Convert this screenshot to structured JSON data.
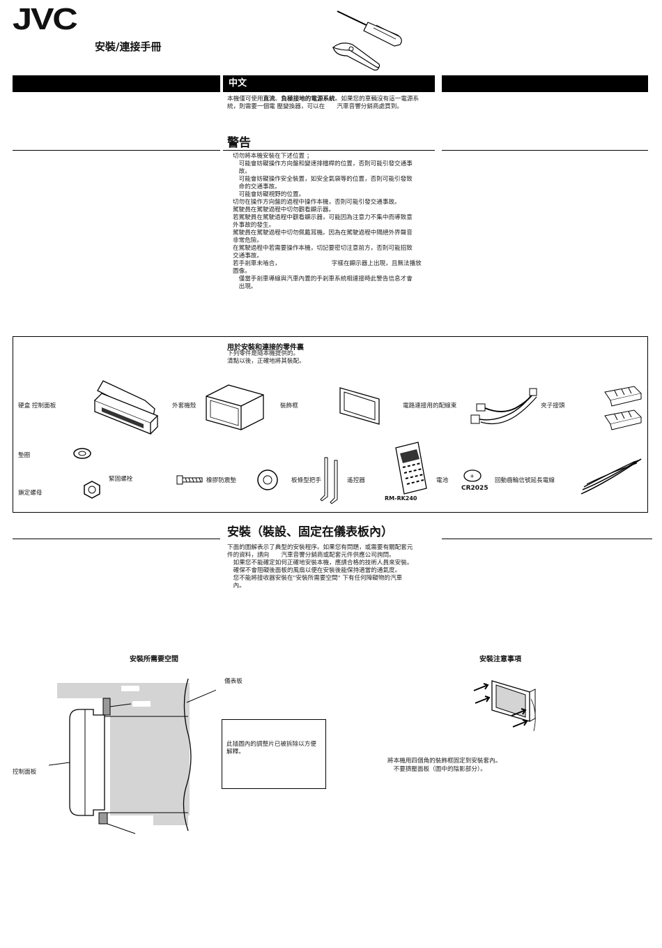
{
  "header": {
    "logo": "JVC",
    "title": "安裝/連接手冊"
  },
  "language_bar": {
    "label": "中文"
  },
  "intro": {
    "text_a": "本機僅可使用",
    "bold_a": "直流",
    "text_b": "、",
    "bold_b": "負極接地的電源系統",
    "text_c": "。如果您的車輛沒有這一電源系統，則需要一個電 壓變換器，可以在　　汽車音響分銷商處買到。"
  },
  "warning": {
    "heading": "警告",
    "lines": [
      "切勿將本機安裝在下述位置 ；",
      "　可能會妨礙操作方向盤和變速排檔桿的位置，否則可能引發交通事",
      "　故。",
      "　可能會妨礙操作安全裝置，如安全氣袋等的位置，否則可能引發致",
      "　命的交通事故。",
      "　可能會妨礙視野的位置。",
      "切勿在操作方向盤的過程中操作本機，否則可能引發交通事故。",
      "駕駛員在駕駛過程中切勿觀看顯示器。",
      "若駕駛員在駕駛過程中觀看顯示器，可能因為注意力不集中而導致意",
      "外事故的發生。",
      "駕駛員在駕駛過程中切勿佩戴耳機。因為在駕駛過程中隔絕外界聲音",
      "非常危險。",
      "在駕駛過程中若需要操作本機，切記要密切注意前方，否則可能招致",
      "交通事故。",
      "若手剎車未嚙合，　　　　　　　　　字樣在顯示器上出現，且無法播放",
      "圖像。",
      "　僅當手剎車導線與汽車內置的手剎車系統相連接時此警告信息才會",
      "　出現。"
    ]
  },
  "parts": {
    "heading": "用於安裝和連接的零件裏",
    "sub1": "下列零件是隨本機提供的。",
    "sub2": "清點以後，正確地將其裝配。",
    "items": {
      "hard_case": "硬盒 控制面板",
      "sleeve": "外套機殼",
      "trim_frame": "裝飾框",
      "wiring_harness": "電路連接用的配線束",
      "clip": "夾子接頭",
      "washer": "墊圈",
      "bolt": "緊固螺栓",
      "rubber_cushion": "橡膠防震墊",
      "handles": "板條型把手",
      "remote": "遙控器",
      "remote_model": "RM-RK240",
      "battery": "電池",
      "battery_model": "CR2025",
      "cord": "回動齒輪信號延長電線",
      "lock_nut": "鎖定螺母"
    }
  },
  "install": {
    "heading": "安裝（裝設、固定在儀表板內）",
    "lines": [
      "下面的圖解表示了典型的安裝程序。如果您有問題，或需要有關配套元",
      "件的資料，請向　　汽車音響分銷商或配套元件供應公司詢問。",
      "　如果您不能確定如何正確地安裝本機，應請合格的技術人員來安裝。",
      "　確保不會阻礙後面板的風扇以便在安裝後能保持適當的通氣度。",
      "　您不能將接收器安裝在\"安裝所需要空間\" 下有任何障礙物的汽車",
      "　內。"
    ]
  },
  "diagram_space": {
    "heading": "安裝所需要空間",
    "dashboard_label": "儀表板",
    "panel_label": "控制面板",
    "note": "此插圖內的調整片已被拆除以方便解釋。"
  },
  "diagram_caution": {
    "heading": "安裝注意事項",
    "line1": "將本機用四個角的裝飾框固定到安裝套內。",
    "line2": "　不要擠壓面板（圖中的陰影部分）。"
  },
  "colors": {
    "bar": "#000000",
    "shade": "#d4d4d4"
  }
}
